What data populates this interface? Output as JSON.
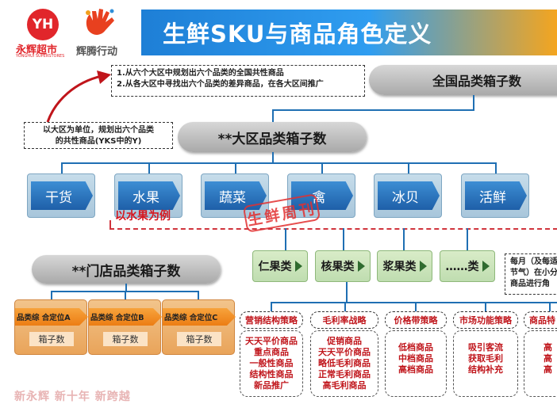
{
  "header": {
    "title": "生鲜SKU与商品角色定义",
    "logo_mark": "YH",
    "logo_name": "永辉超市",
    "logo_sub": "YONGHUI SUPERSTORES",
    "logo2_text": "辉腾行动",
    "colors": {
      "banner_start": "#1e7fd6",
      "banner_end": "#f4a51f",
      "logo_red": "#e1262b"
    }
  },
  "notes": {
    "top": [
      "1.从六个大区中规划出六个品类的全国共性商品",
      "2.从各大区中寻找出六个品类的差异商品，在各大区间推广"
    ],
    "left": [
      "以大区为单位，规划出六个品类",
      "的共性商品(YKS中的Y)"
    ],
    "right": [
      "每月（及每适",
      "节气）在小分",
      "商品进行角"
    ]
  },
  "pills": {
    "national": "全国品类箱子数",
    "region": "**大区品类箱子数",
    "store": "**门店品类箱子数"
  },
  "categories": [
    {
      "label": "干货"
    },
    {
      "label": "水果"
    },
    {
      "label": "蔬菜"
    },
    {
      "label": "禽"
    },
    {
      "label": "冰贝"
    },
    {
      "label": "活鲜"
    }
  ],
  "example_label": "以水果为例",
  "stamp": "生鲜周刊",
  "subcategories": [
    {
      "label": "仁果类"
    },
    {
      "label": "核果类"
    },
    {
      "label": "浆果类"
    },
    {
      "label": "……类"
    }
  ],
  "stores": [
    {
      "label": "品类综 合定位A",
      "sub": "箱子数"
    },
    {
      "label": "品类综 合定位B",
      "sub": "箱子数"
    },
    {
      "label": "品类综 合定位C",
      "sub": "箱子数"
    }
  ],
  "strategies": [
    {
      "title": "营销结构策略",
      "items": [
        "天天平价商品",
        "重点商品",
        "一般性商品",
        "结构性商品",
        "新品推广"
      ]
    },
    {
      "title": "毛利率战略",
      "items": [
        "促销商品",
        "天天平价商品",
        "略低毛利商品",
        "正常毛利商品",
        "高毛利商品"
      ]
    },
    {
      "title": "价格带策略",
      "items": [
        "低档商品",
        "中档商品",
        "高档商品"
      ]
    },
    {
      "title": "市场功能策略",
      "items": [
        "吸引客流",
        "获取毛利",
        "结构补充"
      ]
    },
    {
      "title": "商品特",
      "items": [
        "高",
        "高",
        "高"
      ]
    }
  ],
  "slogan": "新永辉 新十年 新跨越"
}
